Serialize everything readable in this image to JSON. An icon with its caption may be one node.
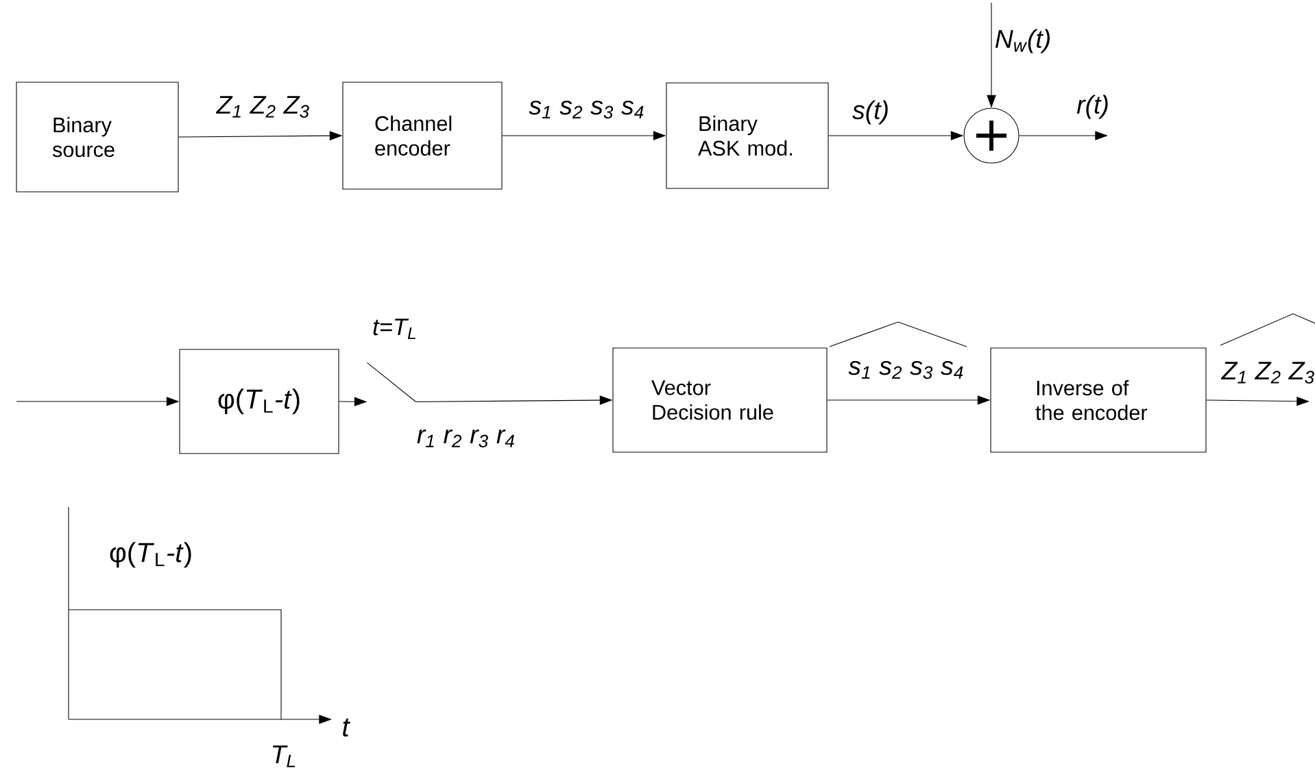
{
  "diagram": {
    "nodes": [
      {
        "text": [
          "Binary source"
        ]
      },
      {
        "text": [
          "Channel encoder"
        ]
      },
      {
        "text": [
          "Binary ASK mod."
        ]
      },
      {
        "text": [],
        "shape": "circle"
      },
      {
        "text": [
          "φ(*T*$_{L}$*-t*)"
        ]
      },
      {
        "text": [],
        "shape": "switch",
        "beside": [
          "t=T$_{L}$"
        ]
      },
      {
        "text": [
          "Vector Decision rule"
        ]
      },
      {
        "text": [
          "Inverse of the encoder"
        ]
      }
    ],
    "edges": [
      {
        "from": 0,
        "to": 1,
        "arrow": "to",
        "label": "Z$_{1}$ Z$_{2}$ Z$_{3}$"
      },
      {
        "from": 1,
        "to": 2,
        "arrow": "to",
        "label": "s$_{1}$ s$_{2}$ s$_{3}$ s$_{4}$"
      },
      {
        "from": 2,
        "to": 3,
        "arrow": "to",
        "label": "s(t)"
      },
      {
        "from": null,
        "to": 3,
        "arrow": "to",
        "label": "N$_{w}$(t)"
      },
      {
        "from": 3,
        "to": null,
        "arrow": "to",
        "label": "r(t)"
      },
      {
        "from": null,
        "to": 4,
        "arrow": "to"
      },
      {
        "from": 4,
        "to": 5,
        "arrow": "to"
      },
      {
        "from": 5,
        "to": 6,
        "arrow": "to",
        "label": "r$_{1}$ r$_{2}$ r$_{3}$ r$_{4}$"
      },
      {
        "from": 6,
        "to": 7,
        "arrow": "to",
        "label": "s$_{1}$ s$_{2}$ s$_{3}$ s$_{4}$"
      },
      {
        "from": 7,
        "to": null,
        "arrow": "to",
        "label": "Z$_{1}$ Z$_{2}$ Z$_{3}$"
      }
    ],
    "labels": [
      "φ(*T*$_{L}$*-t*)",
      "t",
      "T$_{L}$"
    ]
  }
}
